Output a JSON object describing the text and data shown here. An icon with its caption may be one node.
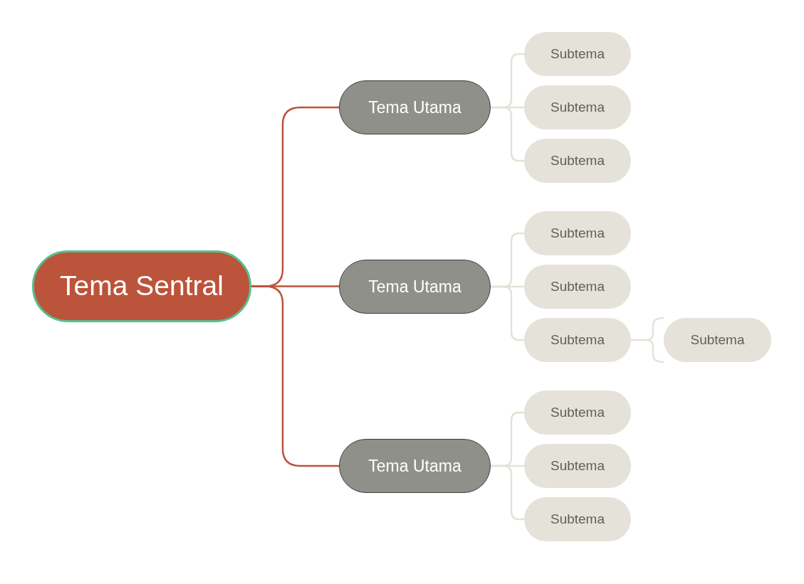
{
  "diagram": {
    "nodes": [
      {
        "text": [
          "Tema Sentral"
        ]
      },
      {
        "text": [
          "Tema Utama"
        ]
      },
      {
        "text": [
          "Tema Utama"
        ]
      },
      {
        "text": [
          "Tema Utama"
        ]
      },
      {
        "text": [
          "Subtema"
        ]
      },
      {
        "text": [
          "Subtema"
        ]
      },
      {
        "text": [
          "Subtema"
        ]
      },
      {
        "text": [
          "Subtema"
        ]
      },
      {
        "text": [
          "Subtema"
        ]
      },
      {
        "text": [
          "Subtema"
        ]
      },
      {
        "text": [
          "Subtema"
        ]
      },
      {
        "text": [
          "Subtema"
        ]
      },
      {
        "text": [
          "Subtema"
        ]
      },
      {
        "text": [
          "Subtema"
        ]
      }
    ],
    "edges": [
      {
        "from": 0,
        "to": 1,
        "arrow": "none",
        "color": "#bb543a"
      },
      {
        "from": 0,
        "to": 2,
        "arrow": "none",
        "color": "#bb543a"
      },
      {
        "from": 0,
        "to": 3,
        "arrow": "none",
        "color": "#bb543a"
      },
      {
        "from": 1,
        "to": 4,
        "arrow": "none"
      },
      {
        "from": 1,
        "to": 5,
        "arrow": "none"
      },
      {
        "from": 1,
        "to": 6,
        "arrow": "none"
      },
      {
        "from": 2,
        "to": 7,
        "arrow": "none"
      },
      {
        "from": 2,
        "to": 8,
        "arrow": "none"
      },
      {
        "from": 2,
        "to": 9,
        "arrow": "none"
      },
      {
        "from": 9,
        "to": 10,
        "arrow": "none"
      },
      {
        "from": 3,
        "to": 11,
        "arrow": "none"
      },
      {
        "from": 3,
        "to": 12,
        "arrow": "none"
      },
      {
        "from": 3,
        "to": 13,
        "arrow": "none"
      }
    ]
  }
}
